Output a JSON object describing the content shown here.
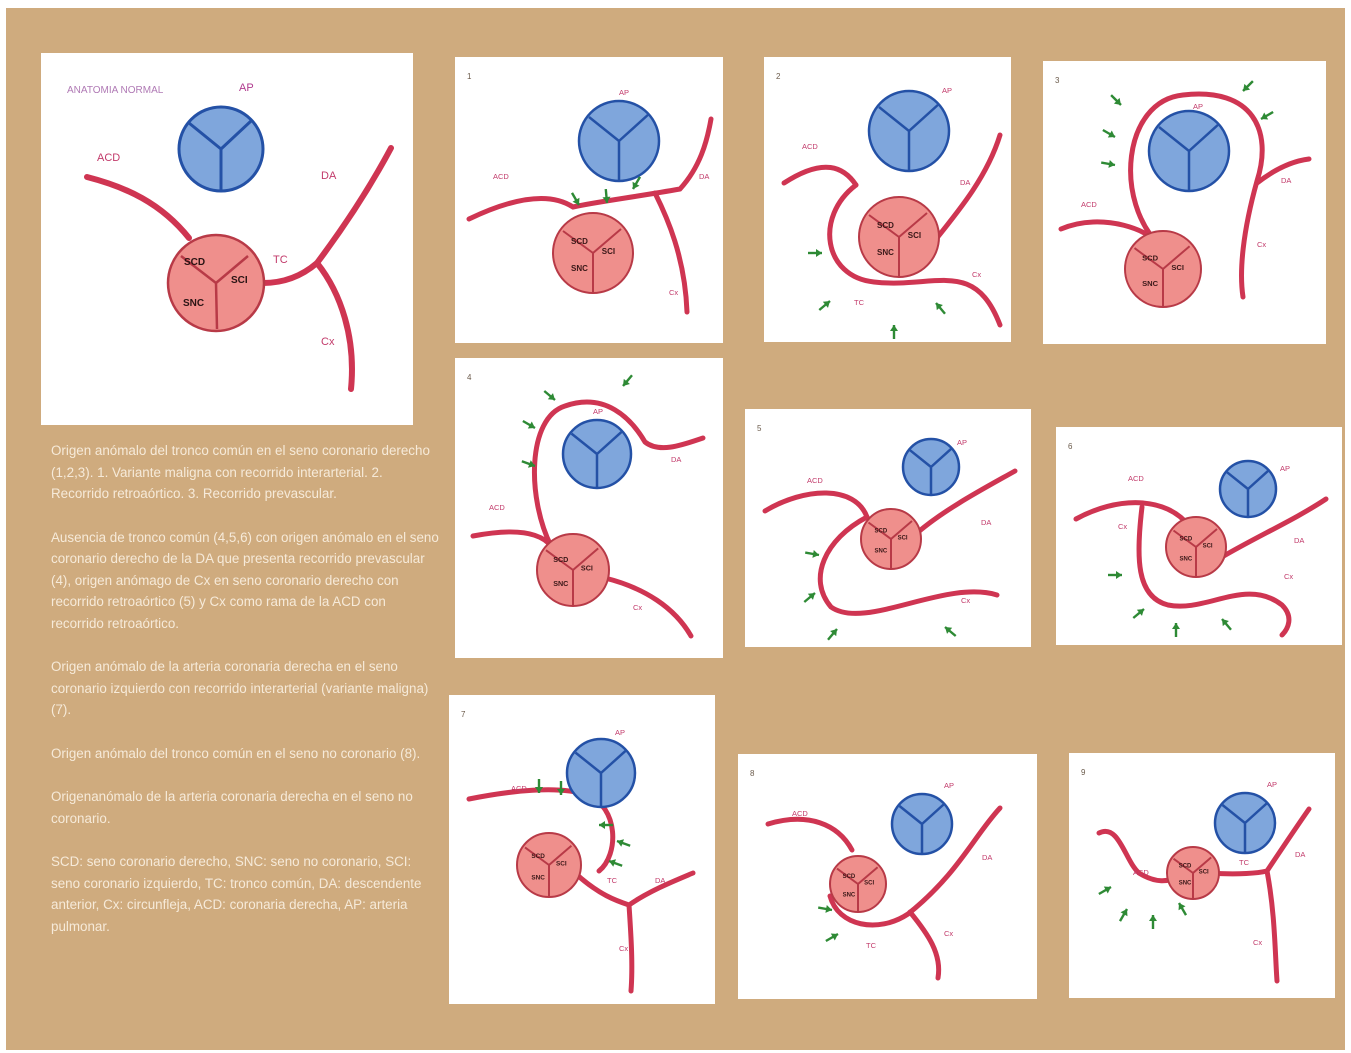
{
  "normal_panel": {
    "title": "ANATOMIA NORMAL",
    "labels": {
      "ap": "AP",
      "acd": "ACD",
      "da": "DA",
      "tc": "TC",
      "cx": "Cx",
      "scd": "SCD",
      "sci": "SCI",
      "snc": "SNC"
    }
  },
  "variant_panels": [
    {
      "number": "1",
      "labels": [
        "AP",
        "ACD",
        "DA",
        "SCD",
        "SCI",
        "SNC",
        "Cx"
      ]
    },
    {
      "number": "2",
      "labels": [
        "AP",
        "ACD",
        "DA",
        "SCD",
        "SCI",
        "SNC",
        "TC",
        "Cx"
      ]
    },
    {
      "number": "3",
      "labels": [
        "AP",
        "ACD",
        "DA",
        "SCD",
        "SCI",
        "SNC",
        "Cx"
      ]
    },
    {
      "number": "4",
      "labels": [
        "AP",
        "ACD",
        "DA",
        "SCD",
        "SCI",
        "SNC",
        "Cx"
      ]
    },
    {
      "number": "5",
      "labels": [
        "AP",
        "ACD",
        "DA",
        "SCD",
        "SCI",
        "SNC",
        "Cx"
      ]
    },
    {
      "number": "6",
      "labels": [
        "AP",
        "ACD",
        "DA",
        "SCD",
        "SCI",
        "SNC",
        "Cx"
      ]
    },
    {
      "number": "7",
      "labels": [
        "AP",
        "ACD",
        "DA",
        "SCD",
        "SCI",
        "SNC",
        "TC",
        "Cx"
      ]
    },
    {
      "number": "8",
      "labels": [
        "AP",
        "ACD",
        "DA",
        "SCD",
        "SCI",
        "SNC",
        "TC",
        "Cx"
      ]
    },
    {
      "number": "9",
      "labels": [
        "AP",
        "ACD",
        "DA",
        "SCD",
        "SCI",
        "SNC",
        "TC",
        "Cx"
      ]
    }
  ],
  "caption": [
    "Origen anómalo del tronco común en el seno coronario derecho (1,2,3). 1. Variante maligna con recorrido interarterial. 2. Recorrido retroaórtico. 3. Recorrido prevascular.",
    "Ausencia de tronco común (4,5,6) con origen anómalo en el seno coronario derecho de la DA que presenta recorrido prevascular (4), origen anómago de Cx en seno coronario derecho con recorrido retroaórtico (5) y Cx como rama de la ACD con recorrido retroaórtico.",
    "Origen anómalo de la arteria coronaria derecha en el seno coronario izquierdo con recorrido interarterial (variante maligna) (7).",
    "Origen anómalo del tronco común en el seno no coronario (8).",
    "Origenanómalo de la arteria coronaria derecha en el seno no coronario.",
    "SCD: seno coronario derecho, SNC: seno no coronario, SCI: seno coronario izquierdo, TC: tronco común, DA: descendente anterior, Cx: circunfleja, ACD: coronaria derecha, AP: arteria pulmonar."
  ],
  "colors": {
    "background": "#cfab7e",
    "artery": "#cf3552",
    "aorta_fill": "#ef8f8c",
    "aorta_stroke": "#b83a47",
    "pulmonary_fill": "#7fa6dc",
    "pulmonary_stroke": "#2451a6",
    "arrow": "#2e8a35",
    "label_pink": "#c23a6a",
    "caption_text": "#f6ead9"
  },
  "icons": {
    "arrow": "green-arrow-icon"
  }
}
